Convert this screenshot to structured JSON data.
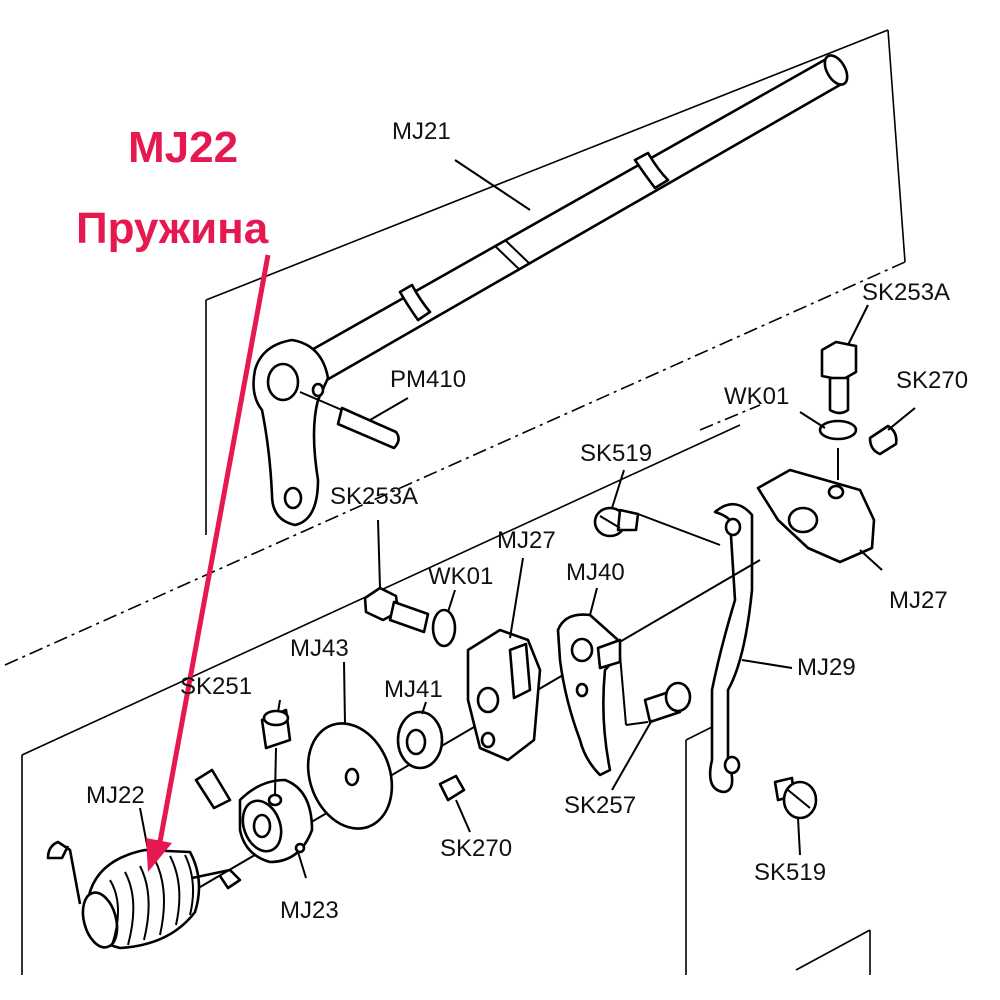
{
  "annotation": {
    "code": "MJ22",
    "name": "Пружина",
    "color": "#e5184f"
  },
  "labels": {
    "mj21": "MJ21",
    "pm410": "PM410",
    "sk253a_top": "SK253A",
    "sk270_top": "SK270",
    "wk01_top": "WK01",
    "sk519_top": "SK519",
    "sk253a_mid": "SK253A",
    "mj27_mid": "MJ27",
    "wk01_mid": "WK01",
    "mj40": "MJ40",
    "mj27_right": "MJ27",
    "mj29": "MJ29",
    "mj43": "MJ43",
    "mj41": "MJ41",
    "sk251": "SK251",
    "mj22": "MJ22",
    "sk270_bottom": "SK270",
    "sk257": "SK257",
    "mj23": "MJ23",
    "sk519_bottom": "SK519"
  }
}
